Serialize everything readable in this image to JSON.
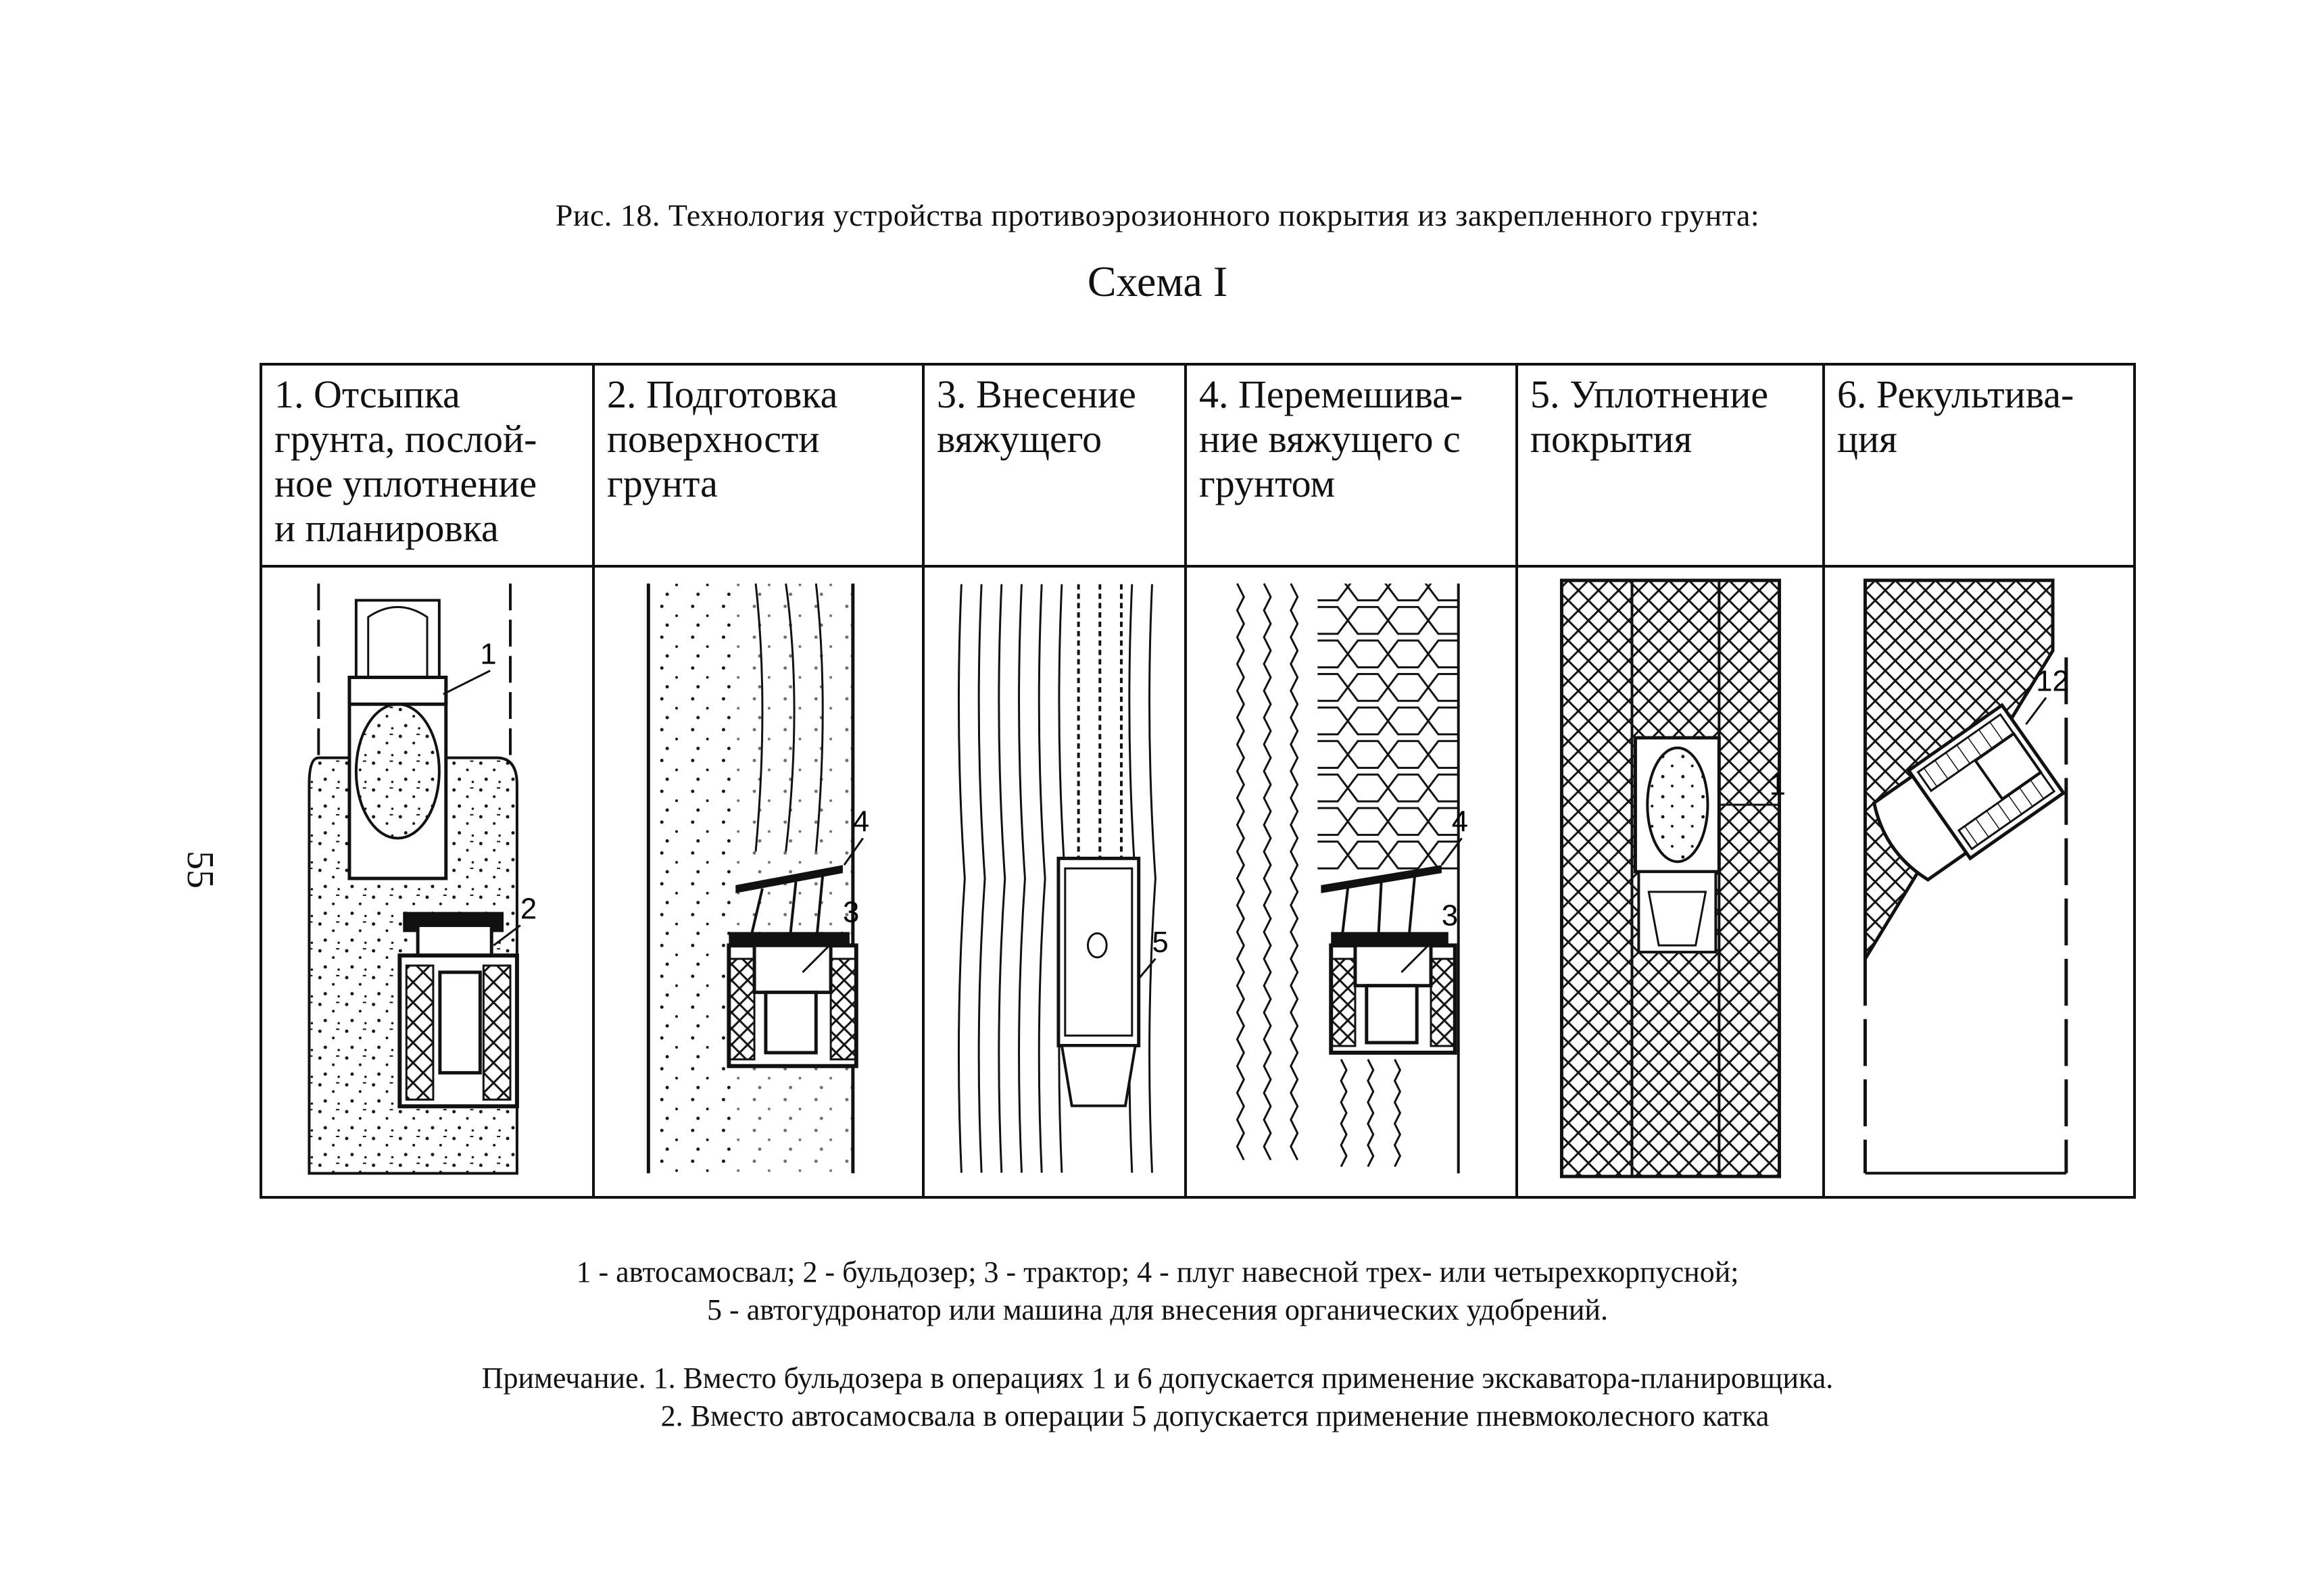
{
  "figure_title": "Рис. 18. Технология устройства противоэрозионного покрытия из закрепленного грунта:",
  "scheme_title": "Схема I",
  "page_number": "55",
  "steps": [
    {
      "label": "1. Отсыпка грунта, послой-ное уплотнение и планировка",
      "head_lines": [
        "1. Отсыпка",
        "грунта, послой-",
        "ное уплотнение",
        "и планировка"
      ],
      "callouts": [
        "1",
        "2"
      ]
    },
    {
      "label": "2. Подготовка поверхности грунта",
      "head_lines": [
        "2. Подготовка",
        "поверхности",
        "грунта"
      ],
      "callouts": [
        "4",
        "3"
      ]
    },
    {
      "label": "3. Внесение вяжущего",
      "head_lines": [
        "3. Внесение",
        "вяжущего"
      ],
      "callouts": [
        "5"
      ]
    },
    {
      "label": "4. Перемешива-ние вяжущего с грунтом",
      "head_lines": [
        "4. Перемешива-",
        "ние вяжущего с",
        "грунтом"
      ],
      "callouts": [
        "4",
        "3"
      ]
    },
    {
      "label": "5. Уплотнение покрытия",
      "head_lines": [
        "5. Уплотнение",
        "покрытия"
      ],
      "callouts": [
        "1"
      ]
    },
    {
      "label": "6. Рекультива-ция",
      "head_lines": [
        "6. Рекультива-",
        "ция"
      ],
      "callouts": [
        "12"
      ]
    }
  ],
  "legend": {
    "line1": "1 - автосамосвал; 2 - бульдозер; 3 - трактор; 4 - плуг навесной трех- или четырехкорпусной;",
    "line2": "5 - автогудронатор или машина для внесения органических удобрений."
  },
  "note": {
    "line1": "Примечание. 1. Вместо бульдозера в операциях 1 и 6 допускается применение экскаватора-планировщика.",
    "line2": "2. Вместо автосамосвала в операции 5 допускается применение пневмоколесного катка"
  }
}
